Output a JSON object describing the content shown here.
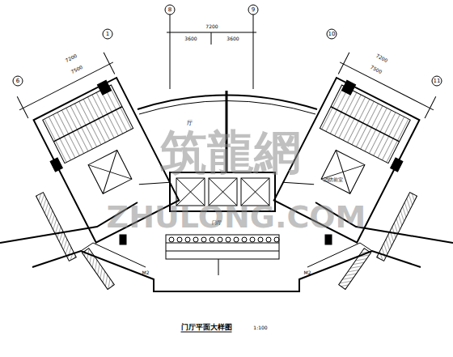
{
  "diagram": {
    "title": "门厅平面大样图",
    "labels": [
      "1:100",
      "筑龍網",
      "ZHULONG.COM",
      "8",
      "9",
      "7200",
      "3600",
      "3600",
      "1",
      "6",
      "7200",
      "7500",
      "10",
      "11",
      "7200",
      "7500",
      "厅",
      "门厅",
      "消防前室",
      "M2",
      "M2"
    ]
  }
}
